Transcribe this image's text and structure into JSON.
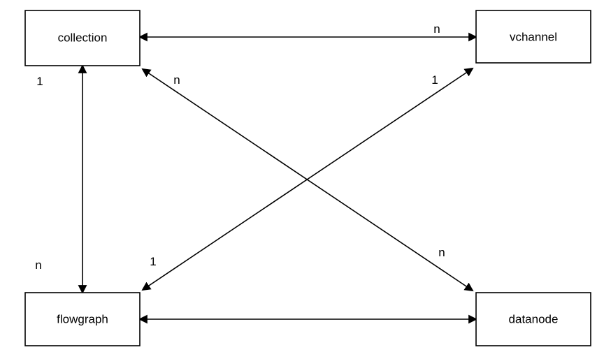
{
  "diagram": {
    "background_color": "#ffffff",
    "stroke_color": "#000000",
    "nodes": {
      "collection": {
        "label": "collection"
      },
      "vchannel": {
        "label": "vchannel"
      },
      "flowgraph": {
        "label": "flowgraph"
      },
      "datanode": {
        "label": "datanode"
      }
    },
    "edges": {
      "collection_vchannel": {
        "style": "double-arrow",
        "cardinality_at_vchannel": "n"
      },
      "collection_flowgraph": {
        "style": "double-arrow",
        "cardinality_at_collection": "1",
        "cardinality_at_flowgraph": "n"
      },
      "collection_datanode": {
        "style": "double-arrow",
        "cardinality_at_collection": "n",
        "cardinality_at_datanode": "n"
      },
      "flowgraph_vchannel": {
        "style": "double-arrow",
        "cardinality_at_flowgraph": "1",
        "cardinality_at_vchannel": "1"
      },
      "flowgraph_datanode": {
        "style": "double-arrow"
      }
    }
  }
}
